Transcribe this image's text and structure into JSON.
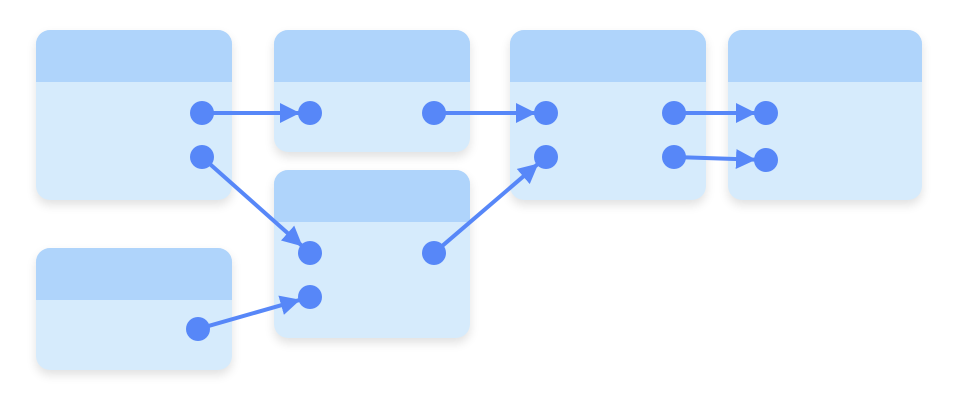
{
  "colors": {
    "node_body": "#d6ebfc",
    "node_header": "#afd4fb",
    "port": "#5787f8",
    "edge": "#5787f8"
  },
  "nodes": [
    {
      "id": "node-1",
      "title": "",
      "ports": [
        "node-1-out-1",
        "node-1-out-2"
      ]
    },
    {
      "id": "node-2",
      "title": "",
      "ports": [
        "node-2-out-1"
      ]
    },
    {
      "id": "node-3",
      "title": "",
      "ports": [
        "node-3-in-1",
        "node-3-out-1"
      ]
    },
    {
      "id": "node-4",
      "title": "",
      "ports": [
        "node-4-in-1",
        "node-4-in-2",
        "node-4-out-1"
      ]
    },
    {
      "id": "node-5",
      "title": "",
      "ports": [
        "node-5-in-1",
        "node-5-in-2",
        "node-5-out-1",
        "node-5-out-2"
      ]
    },
    {
      "id": "node-6",
      "title": "",
      "ports": [
        "node-6-in-1",
        "node-6-in-2"
      ]
    }
  ],
  "edges": [
    {
      "from": "node-1-out-1",
      "to": "node-3-in-1"
    },
    {
      "from": "node-1-out-2",
      "to": "node-4-in-1"
    },
    {
      "from": "node-2-out-1",
      "to": "node-4-in-2"
    },
    {
      "from": "node-3-out-1",
      "to": "node-5-in-1"
    },
    {
      "from": "node-4-out-1",
      "to": "node-5-in-2"
    },
    {
      "from": "node-5-out-1",
      "to": "node-6-in-1"
    },
    {
      "from": "node-5-out-2",
      "to": "node-6-in-2"
    }
  ]
}
